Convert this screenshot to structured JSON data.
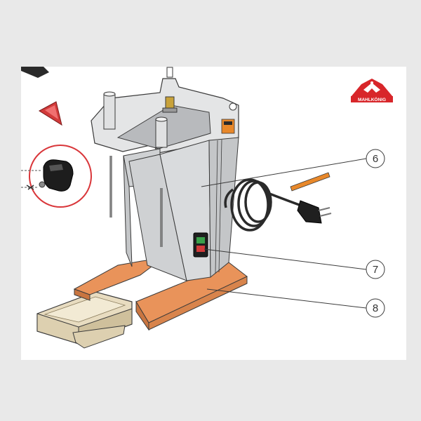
{
  "brand": {
    "name": "MAHLKÖNIG",
    "color": "#d8262a"
  },
  "colors": {
    "background": "#e9e9e9",
    "panel": "#ffffff",
    "base_orange": "#e9935a",
    "housing_grey": "#cfd1d3",
    "outline": "#3a3a3a",
    "cable": "#2a2a2a",
    "highlight_circle": "#d9363a",
    "switch_green": "#3aa04a",
    "switch_red": "#d23a3a",
    "warning_label": "#e8882a",
    "tray_fill": "#e8dcc0"
  },
  "callouts": [
    {
      "label": "6"
    },
    {
      "label": "7"
    },
    {
      "label": "8"
    }
  ],
  "icons": [
    "knob-icon",
    "warning-triangle-icon",
    "crown-logo-icon",
    "power-plug-icon"
  ]
}
